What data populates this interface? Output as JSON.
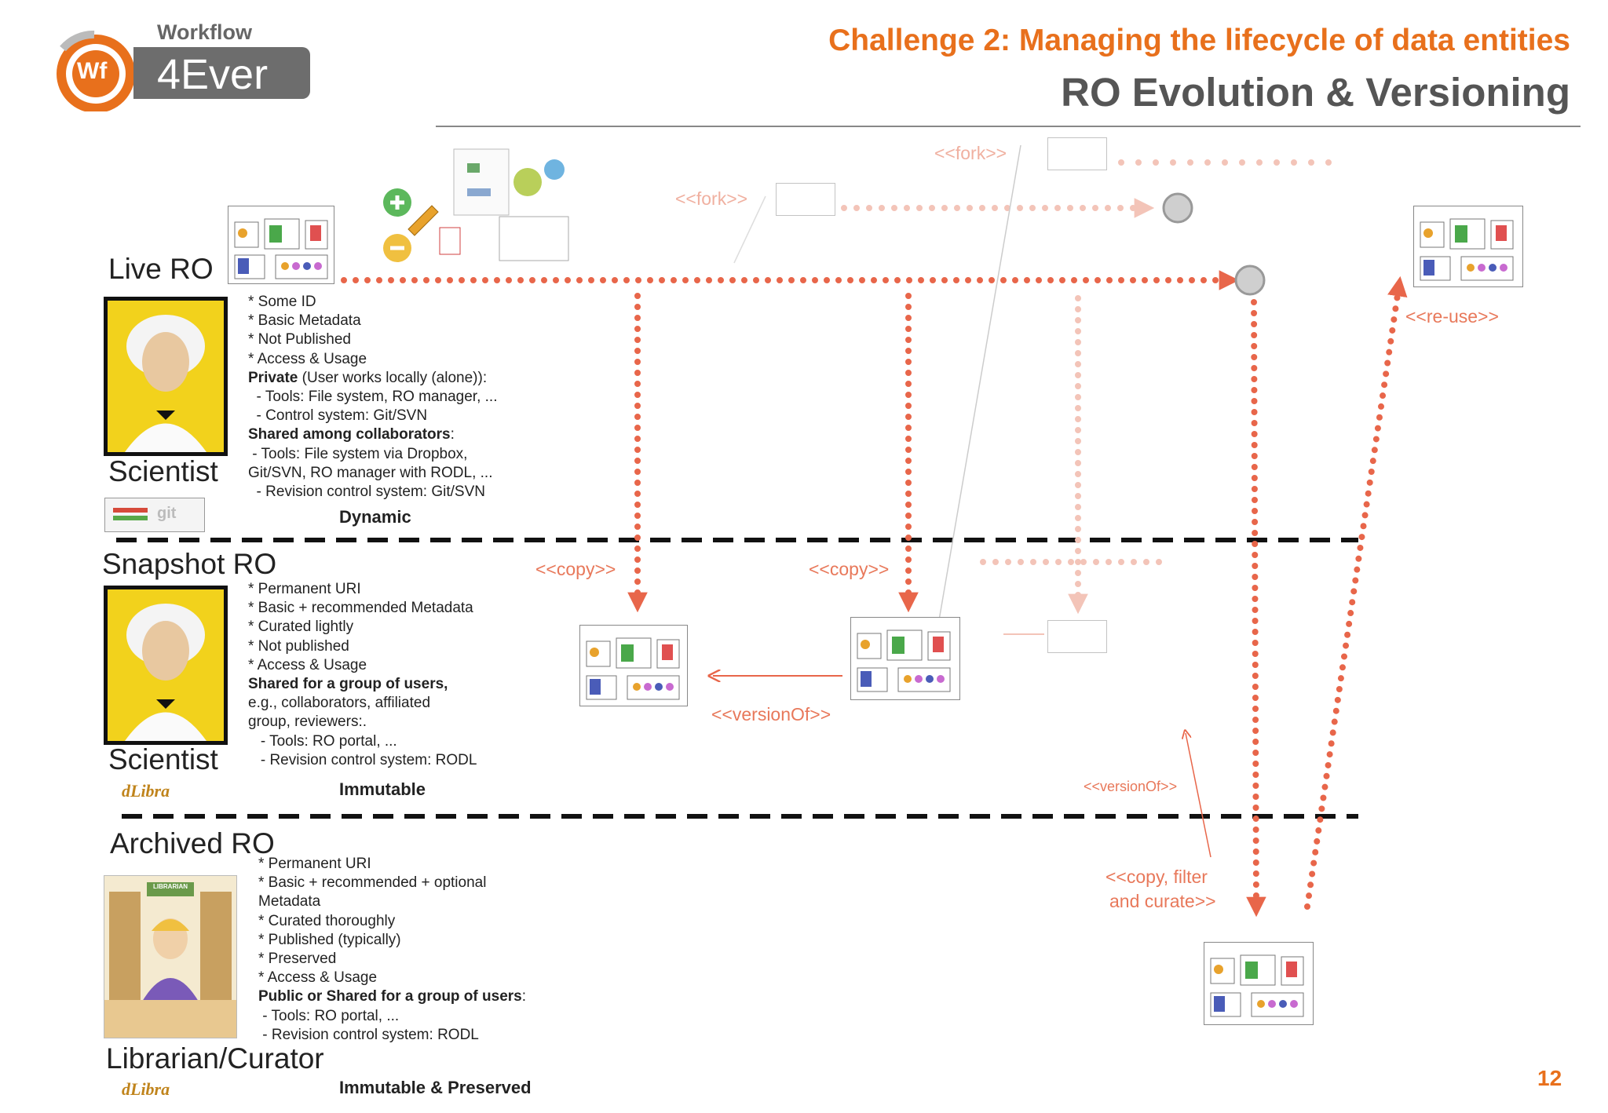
{
  "header": {
    "logo_top": "Workflow",
    "logo_badge": "Wf",
    "logo_main": "4Ever",
    "challenge": "Challenge 2: Managing the lifecycle of data entities",
    "subtitle": "RO Evolution & Versioning"
  },
  "lanes": [
    {
      "title": "Live RO",
      "role": "Scientist",
      "tool_logo": "git",
      "props": [
        {
          "text": "* Some ID",
          "bold": false
        },
        {
          "text": "* Basic Metadata",
          "bold": false
        },
        {
          "text": "* Not Published",
          "bold": false
        },
        {
          "text": "* Access & Usage",
          "bold": false
        },
        {
          "bold_part": "Private",
          "text": " (User works locally (alone)):"
        },
        {
          "text": "  - Tools: File system, RO manager, ...",
          "bold": false
        },
        {
          "text": "  - Control system: Git/SVN",
          "bold": false
        },
        {
          "bold_part": "Shared among collaborators",
          "text": ":"
        },
        {
          "text": " - Tools: File system via Dropbox,",
          "bold": false
        },
        {
          "text": "Git/SVN, RO manager with RODL, ...",
          "bold": false
        },
        {
          "text": "  - Revision control system: Git/SVN",
          "bold": false
        }
      ],
      "mode": "Dynamic"
    },
    {
      "title": "Snapshot RO",
      "role": "Scientist",
      "tool_logo": "dLibra",
      "props": [
        {
          "text": "* Permanent URI",
          "bold": false
        },
        {
          "text": "* Basic + recommended Metadata",
          "bold": false
        },
        {
          "text": "* Curated lightly",
          "bold": false
        },
        {
          "text": "* Not published",
          "bold": false
        },
        {
          "text": "* Access & Usage",
          "bold": false
        },
        {
          "bold_part": "Shared for a group of users,",
          "text": ""
        },
        {
          "text": "e.g., collaborators, affiliated",
          "bold": false
        },
        {
          "text": "group, reviewers:.",
          "bold": false
        },
        {
          "text": "   - Tools: RO portal, ...",
          "bold": false
        },
        {
          "text": "   - Revision control system: RODL",
          "bold": false
        }
      ],
      "mode": "Immutable"
    },
    {
      "title": "Archived RO",
      "role": "Librarian/Curator",
      "tool_logo": "dLibra",
      "sign": "LIBRARIAN",
      "props": [
        {
          "text": "* Permanent URI",
          "bold": false
        },
        {
          "text": "* Basic + recommended + optional",
          "bold": false
        },
        {
          "text": "Metadata",
          "bold": false
        },
        {
          "text": "* Curated thoroughly",
          "bold": false
        },
        {
          "text": "* Published (typically)",
          "bold": false
        },
        {
          "text": "* Preserved",
          "bold": false
        },
        {
          "text": "* Access & Usage",
          "bold": false
        },
        {
          "bold_part": "Public or Shared for a group of users",
          "text": ":"
        },
        {
          "text": " - Tools: RO portal, ...",
          "bold": false
        },
        {
          "text": " - Revision control system: RODL",
          "bold": false
        }
      ],
      "mode": "Immutable & Preserved"
    }
  ],
  "relations": {
    "fork_top": "<<fork>>",
    "fork_mid": "<<fork>>",
    "copy_1": "<<copy>>",
    "copy_2": "<<copy>>",
    "version_of": "<<versionOf>>",
    "version_of_small": "<<versionOf>>",
    "reuse": "<<re-use>>",
    "copy_filter_1": "<<copy, filter",
    "copy_filter_2": "and curate>>"
  },
  "colors": {
    "accent": "#e8701c",
    "arrow": "#e8664a",
    "arrow_faint": "#f3c4b8",
    "dashes": "#111111",
    "portrait_bg": "#f2d21c"
  },
  "page_number": "12"
}
